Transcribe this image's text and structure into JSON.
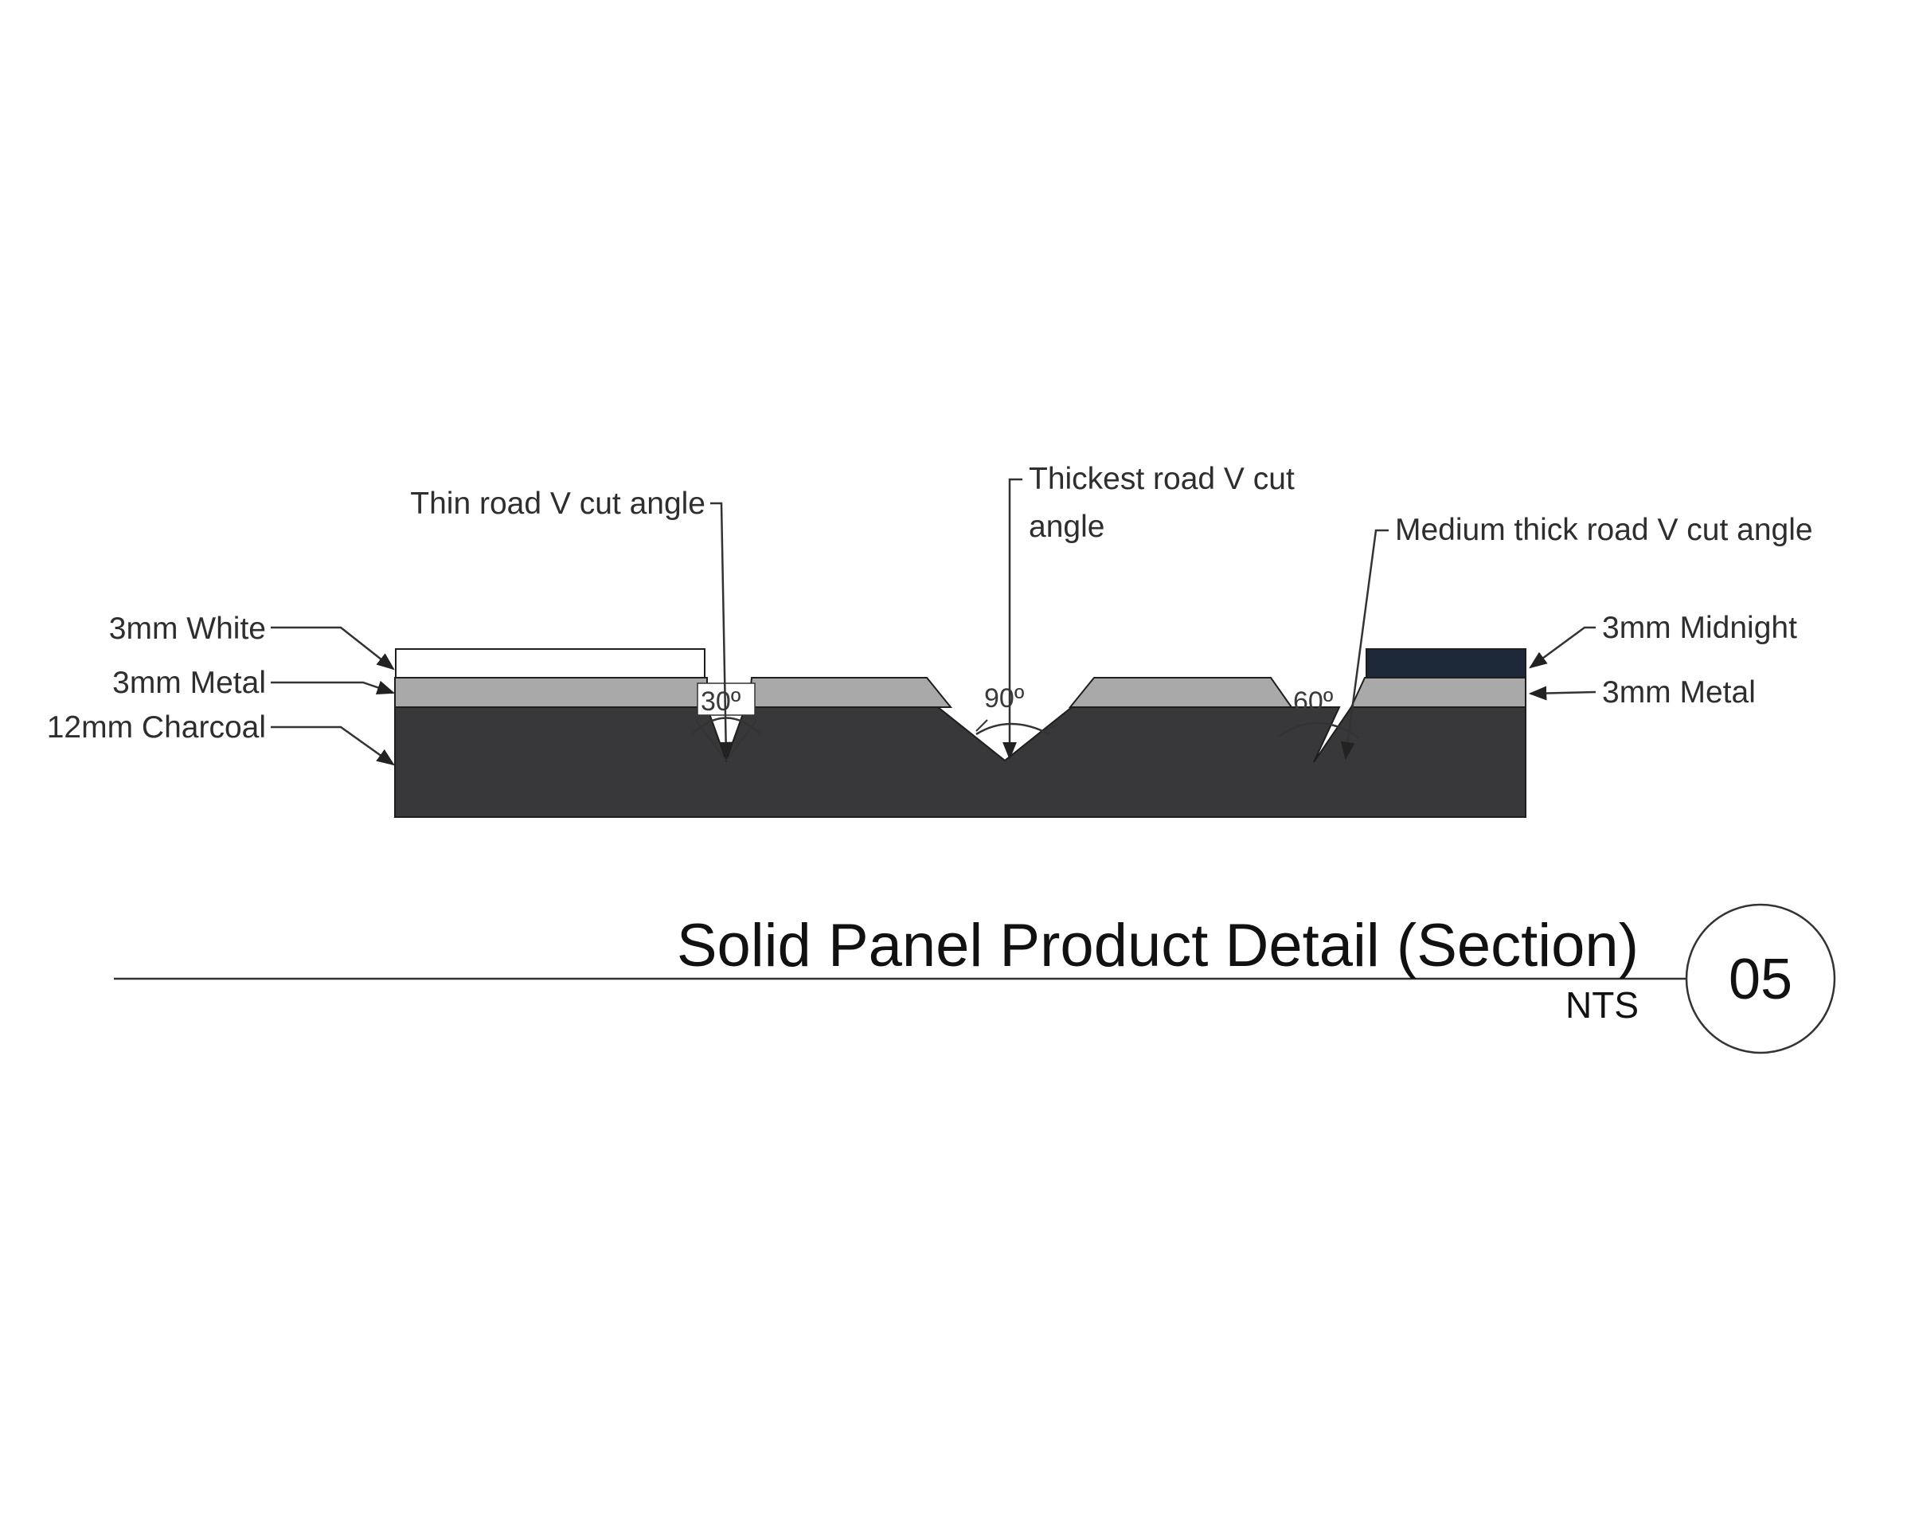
{
  "callouts": {
    "white_layer": "3mm White",
    "metal_left": "3mm Metal",
    "charcoal": "12mm Charcoal",
    "thin_cut": "Thin road V cut angle",
    "thickest_cut_line1": "Thickest road V cut",
    "thickest_cut_line2": "angle",
    "medium_cut": "Medium thick road V cut angle",
    "midnight_layer": "3mm Midnight",
    "metal_right": "3mm Metal"
  },
  "angles": {
    "thin": "30º",
    "thickest": "90º",
    "medium": "60º"
  },
  "title_block": {
    "title": "Solid Panel Product Detail (Section)",
    "scale": "NTS",
    "number": "05"
  },
  "colors": {
    "charcoal": "#38383a",
    "metal": "#a9a9a9",
    "white": "#ffffff",
    "midnight": "#1d2838",
    "outline": "#1e1e1e"
  }
}
